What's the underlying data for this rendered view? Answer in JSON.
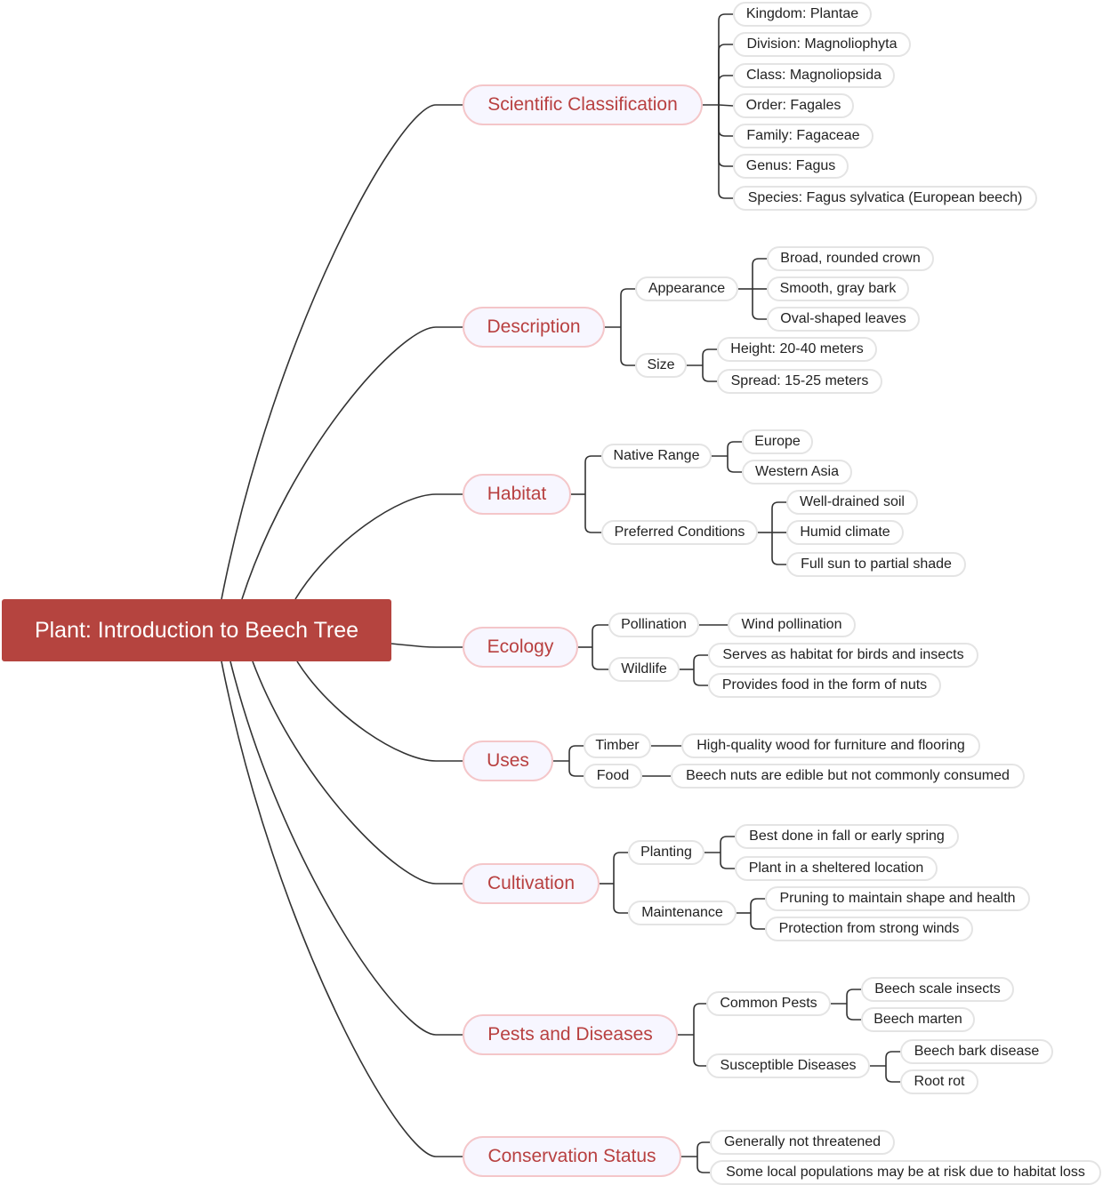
{
  "root": {
    "label": "Plant: Introduction to Beech Tree"
  },
  "branches": [
    {
      "label": "Scientific Classification",
      "children": [
        {
          "label": "Kingdom: Plantae"
        },
        {
          "label": "Division: Magnoliophyta"
        },
        {
          "label": "Class: Magnoliopsida"
        },
        {
          "label": "Order: Fagales"
        },
        {
          "label": "Family: Fagaceae"
        },
        {
          "label": "Genus: Fagus"
        },
        {
          "label": "Species: Fagus sylvatica (European beech)"
        }
      ]
    },
    {
      "label": "Description",
      "children": [
        {
          "label": "Appearance",
          "children": [
            {
              "label": "Broad, rounded crown"
            },
            {
              "label": "Smooth, gray bark"
            },
            {
              "label": "Oval-shaped leaves"
            }
          ]
        },
        {
          "label": "Size",
          "children": [
            {
              "label": "Height: 20-40 meters"
            },
            {
              "label": "Spread: 15-25 meters"
            }
          ]
        }
      ]
    },
    {
      "label": "Habitat",
      "children": [
        {
          "label": "Native Range",
          "children": [
            {
              "label": "Europe"
            },
            {
              "label": "Western Asia"
            }
          ]
        },
        {
          "label": "Preferred Conditions",
          "children": [
            {
              "label": "Well-drained soil"
            },
            {
              "label": "Humid climate"
            },
            {
              "label": "Full sun to partial shade"
            }
          ]
        }
      ]
    },
    {
      "label": "Ecology",
      "children": [
        {
          "label": "Pollination",
          "children": [
            {
              "label": "Wind pollination"
            }
          ]
        },
        {
          "label": "Wildlife",
          "children": [
            {
              "label": "Serves as habitat for birds and insects"
            },
            {
              "label": "Provides food in the form of nuts"
            }
          ]
        }
      ]
    },
    {
      "label": "Uses",
      "children": [
        {
          "label": "Timber",
          "children": [
            {
              "label": "High-quality wood for furniture and flooring"
            }
          ]
        },
        {
          "label": "Food",
          "children": [
            {
              "label": "Beech nuts are edible but not commonly consumed"
            }
          ]
        }
      ]
    },
    {
      "label": "Cultivation",
      "children": [
        {
          "label": "Planting",
          "children": [
            {
              "label": "Best done in fall or early spring"
            },
            {
              "label": "Plant in a sheltered location"
            }
          ]
        },
        {
          "label": "Maintenance",
          "children": [
            {
              "label": "Pruning to maintain shape and health"
            },
            {
              "label": "Protection from strong winds"
            }
          ]
        }
      ]
    },
    {
      "label": "Pests and Diseases",
      "children": [
        {
          "label": "Common Pests",
          "children": [
            {
              "label": "Beech scale insects"
            },
            {
              "label": "Beech marten"
            }
          ]
        },
        {
          "label": "Susceptible Diseases",
          "children": [
            {
              "label": "Beech bark disease"
            },
            {
              "label": "Root rot"
            }
          ]
        }
      ]
    },
    {
      "label": "Conservation Status",
      "children": [
        {
          "label": "Generally not threatened"
        },
        {
          "label": "Some local populations may be at risk due to habitat loss"
        }
      ]
    }
  ]
}
